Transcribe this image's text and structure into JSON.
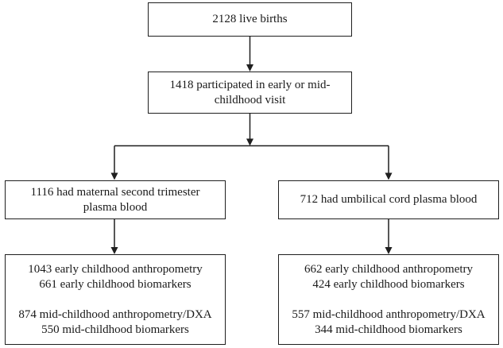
{
  "diagram": {
    "type": "flowchart",
    "background_color": "#ffffff",
    "line_color": "#1f1f1f",
    "nodes": {
      "live_births": {
        "label": "2128 live births"
      },
      "visit": {
        "label": "1418 participated in early or mid-childhood visit"
      },
      "maternal_blood": {
        "label": "1116 had maternal second trimester plasma blood"
      },
      "cord_blood": {
        "label": "712 had umbilical cord plasma blood"
      },
      "maternal_outcomes": {
        "lines": [
          "1043 early childhood anthropometry",
          "661 early childhood biomarkers",
          "",
          "874 mid-childhood anthropometry/DXA",
          "550 mid-childhood biomarkers"
        ]
      },
      "cord_outcomes": {
        "lines": [
          "662 early childhood anthropometry",
          "424 early childhood biomarkers",
          "",
          "557 mid-childhood anthropometry/DXA",
          "344 mid-childhood biomarkers"
        ]
      }
    }
  }
}
